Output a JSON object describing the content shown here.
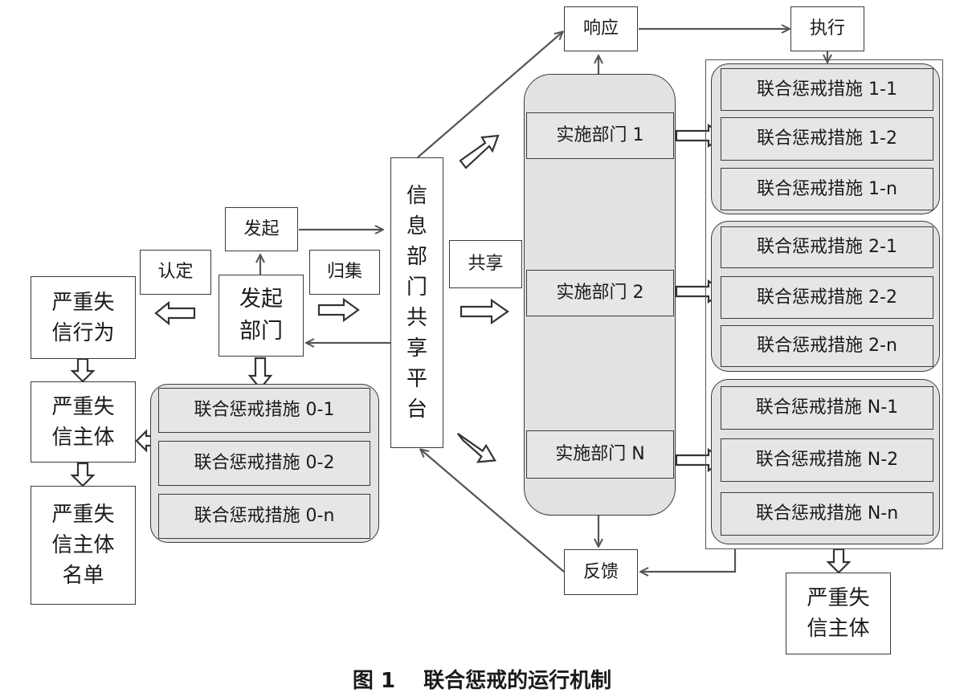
{
  "initiate_top": "发起",
  "identify": "认定",
  "collect": "归集",
  "share": "共享",
  "respond": "响应",
  "execute": "执行",
  "feedback": "反馈",
  "initiating_department": "发起\n部门",
  "serious_dishonest_behavior": "严重失\n信行为",
  "serious_dishonest_subject_left": "严重失\n信主体",
  "serious_dishonest_list": "严重失\n信主体\n名单",
  "serious_dishonest_subject_right": "严重失\n信主体",
  "platform": "信\n息\n部\n门\n共\n享\n平\n台",
  "measures_0": [
    "联合惩戒措施 0-1",
    "联合惩戒措施 0-2",
    "联合惩戒措施 0-n"
  ],
  "departments": [
    "实施部门 1",
    "实施部门 2",
    "实施部门 N"
  ],
  "measures_1": [
    "联合惩戒措施 1-1",
    "联合惩戒措施 1-2",
    "联合惩戒措施 1-n"
  ],
  "measures_2": [
    "联合惩戒措施 2-1",
    "联合惩戒措施 2-2",
    "联合惩戒措施 2-n"
  ],
  "measures_n": [
    "联合惩戒措施 N-1",
    "联合惩戒措施 N-2",
    "联合惩戒措施 N-n"
  ],
  "caption": "图 1　 联合惩戒的运行机制",
  "colors": {
    "line": "#555555",
    "panel": "#e2e2e2",
    "border": "#3a3a3a"
  }
}
